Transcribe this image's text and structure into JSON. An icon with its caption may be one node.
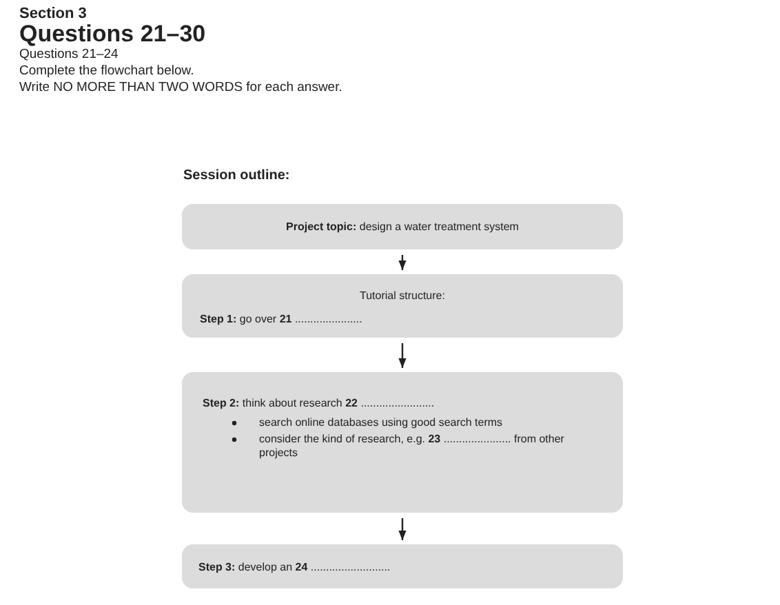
{
  "diagram": {
    "title": "Questions 21–30",
    "labels": [
      "Section 3",
      "Questions 21–24",
      "Complete the flowchart below.",
      "Write NO MORE THAN TWO WORDS for each answer.",
      "Session outline:"
    ],
    "nodes": [
      {
        "text": [
          "**Project topic:** design a water treatment system"
        ]
      },
      {
        "text": [
          "Tutorial structure:",
          "**Step 1:** go over **21** ......................"
        ]
      },
      {
        "text": [
          "**Step 2:** think about research **22** ........................",
          "search online databases using good search terms",
          "consider the kind of research, e.g. **23** ...................... from other projects"
        ]
      },
      {
        "text": [
          "**Step 3:** develop an **24** .........................."
        ]
      }
    ],
    "edges": [
      {
        "from": 0,
        "to": 1,
        "arrow": "to"
      },
      {
        "from": 1,
        "to": 2,
        "arrow": "to"
      },
      {
        "from": 2,
        "to": 3,
        "arrow": "to"
      }
    ]
  }
}
